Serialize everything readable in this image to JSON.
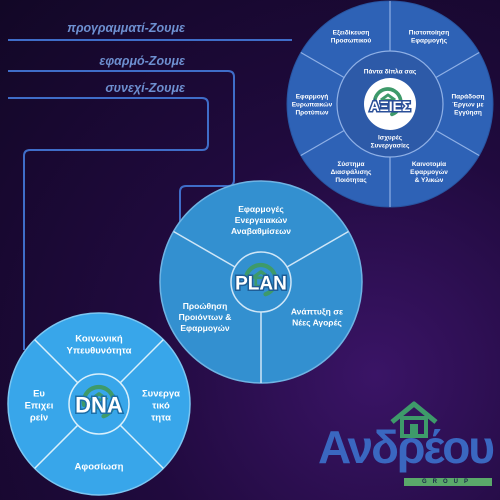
{
  "taglines": [
    "προγραμματί-Ζουμε",
    "εφαρμό-Ζουμε",
    "συνεχί-Ζουμε"
  ],
  "values_circle": {
    "center": "ΑΞΙΕΣ",
    "inner_top": "Πάντα δίπλα σας",
    "inner_bottom": [
      "Ισχυρές",
      "Συνεργασίες"
    ],
    "segments": [
      [
        "Εξειδίκευση",
        "Προσωπικού"
      ],
      [
        "Πιστοποίηση",
        "Εφαρμογής"
      ],
      [
        "Παράδοση",
        "Έργων με",
        "Εγγύηση"
      ],
      [
        "Καινοτομία",
        "Εφαρμογών",
        "& Υλικών"
      ],
      [
        "Σύστημα",
        "Διασφάλισης",
        "Ποιότητας"
      ],
      [
        "Εφαρμογή",
        "Ευρωπαικών",
        "Προτύπων"
      ]
    ]
  },
  "plan_circle": {
    "center": "PLAN",
    "segments": [
      [
        "Εφαρμογές",
        "Ενεργειακών",
        "Αναβαθμίσεων"
      ],
      [
        "Ανάπτυξη σε",
        "Νέες Αγορές"
      ],
      [
        "Προώθηση",
        "Προιόντων &",
        "Εφαρμογών"
      ]
    ]
  },
  "dna_circle": {
    "center": "DNA",
    "segments": [
      [
        "Κοινωνική",
        "Υπευθυνότητα"
      ],
      [
        "Συνεργα",
        "τικό",
        "τητα"
      ],
      [
        "Αφοσίωση"
      ],
      [
        "Ευ",
        "Επιχει",
        "ρείν"
      ]
    ]
  },
  "brand": {
    "name": "Ανδρέου",
    "group": "GROUP"
  },
  "colors": {
    "values_fill": "#2e62b6",
    "plan_fill": "#3390d0",
    "dna_fill": "#38a6ea",
    "line": "#3f6dc8",
    "icon": "#3e9a6a"
  }
}
